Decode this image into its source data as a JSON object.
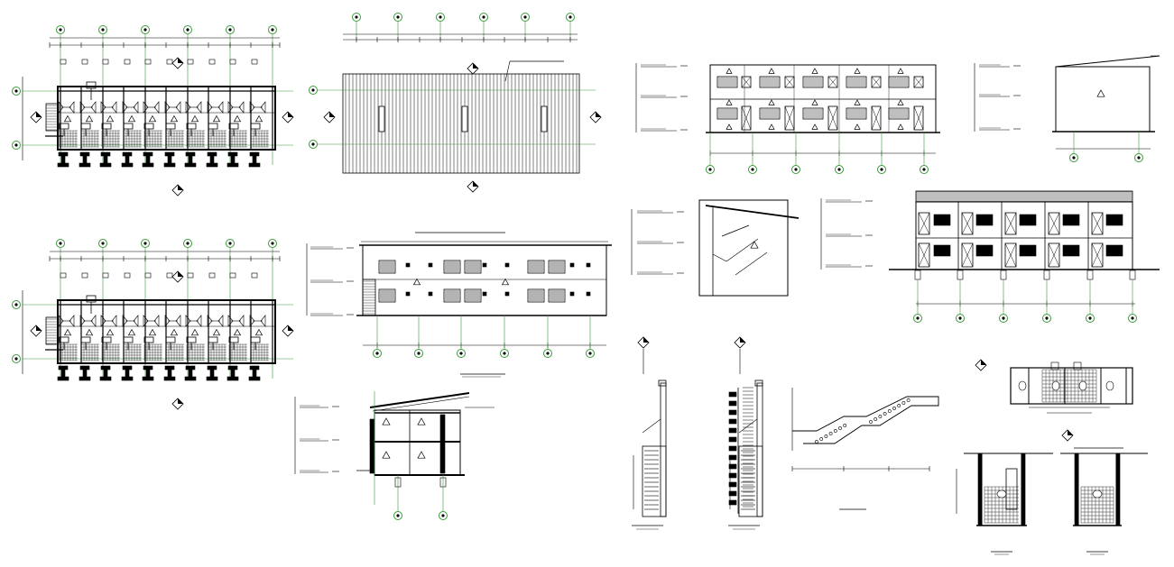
{
  "sheet": {
    "background": "#ffffff",
    "line_color": "#000000",
    "dimension_color": "#3a9a3a"
  },
  "drawings": [
    {
      "id": "ground-floor-plan",
      "kind": "plan",
      "label": ""
    },
    {
      "id": "roof-plan",
      "kind": "roof",
      "label": ""
    },
    {
      "id": "first-floor-plan",
      "kind": "plan",
      "label": ""
    },
    {
      "id": "front-elevation",
      "kind": "elevation",
      "label": ""
    },
    {
      "id": "cross-section",
      "kind": "section",
      "label": ""
    },
    {
      "id": "rear-elevation",
      "kind": "elevation",
      "label": ""
    },
    {
      "id": "side-elevation",
      "kind": "elevation",
      "label": ""
    },
    {
      "id": "stair-section",
      "kind": "section",
      "label": ""
    },
    {
      "id": "rear-elevation-2",
      "kind": "elevation",
      "label": ""
    },
    {
      "id": "stair-detail-1",
      "kind": "detail",
      "label": ""
    },
    {
      "id": "stair-detail-2",
      "kind": "detail",
      "label": ""
    },
    {
      "id": "stair-profile",
      "kind": "detail",
      "label": ""
    },
    {
      "id": "toilet-plan",
      "kind": "detail",
      "label": ""
    },
    {
      "id": "toilet-section-1",
      "kind": "detail",
      "label": ""
    },
    {
      "id": "toilet-section-2",
      "kind": "detail",
      "label": ""
    }
  ],
  "icons": [
    "grid-bubble-icon",
    "section-marker-icon",
    "level-marker-icon",
    "door-icon",
    "window-icon",
    "stair-icon"
  ]
}
